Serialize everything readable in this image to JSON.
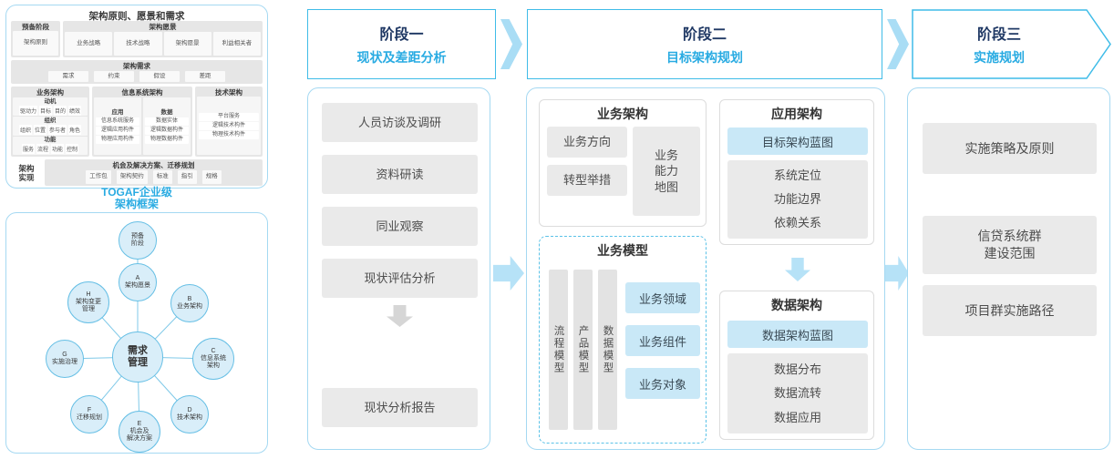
{
  "colors": {
    "accent_cyan": "#29ABE2",
    "title_navy": "#1F3864",
    "panel_border": "#A5D9F2",
    "phase_border": "#3FBCE8",
    "highlight_blue": "#C9E8F7",
    "arrow_blue": "#B6E2F7",
    "box_gray": "#EAEAEA"
  },
  "togaf": {
    "framework_label": "TOGAF企业级\n架构框架",
    "principles": {
      "title": "架构原则、愿景和需求",
      "prelim": {
        "title": "预备阶段",
        "item": "架构原则"
      },
      "vision": {
        "title": "架构愿景",
        "items": [
          "业务战略",
          "技术战略",
          "架构愿景",
          "利益相关者"
        ]
      },
      "requirements": {
        "title": "架构需求",
        "items": [
          "需求",
          "约束",
          "假设",
          "差距"
        ]
      },
      "business": {
        "title": "业务架构",
        "groups": [
          {
            "label": "动机",
            "items": [
              "驱动力",
              "目标",
              "目的",
              "绩效"
            ]
          },
          {
            "label": "组织",
            "items": [
              "组织",
              "位置",
              "参与者",
              "角色"
            ]
          },
          {
            "label": "功能",
            "items": [
              "服务",
              "流程",
              "功能",
              "控制"
            ]
          }
        ]
      },
      "info_system": {
        "title": "信息系统架构",
        "app": {
          "label": "应用",
          "items": [
            "信息系统服务",
            "逻辑应用构件",
            "物理应用构件"
          ]
        },
        "data": {
          "label": "数据",
          "items": [
            "数据实体",
            "逻辑数据构件",
            "物理数据构件"
          ]
        }
      },
      "technology": {
        "title": "技术架构",
        "items": [
          "平台服务",
          "逻辑技术构件",
          "物理技术构件"
        ]
      },
      "realization": {
        "label": "架构\n实现",
        "title": "机会及解决方案、迁移规划",
        "items": [
          "工作包",
          "架构契约",
          "标准",
          "指引",
          "规格"
        ]
      }
    },
    "adm": {
      "center": "需求\n管理",
      "nodes": [
        {
          "id": "",
          "label": "预备\n阶段"
        },
        {
          "id": "A",
          "label": "架构愿景"
        },
        {
          "id": "B",
          "label": "业务架构"
        },
        {
          "id": "C",
          "label": "信息系统\n架构"
        },
        {
          "id": "D",
          "label": "技术架构"
        },
        {
          "id": "E",
          "label": "机会及\n解决方案"
        },
        {
          "id": "F",
          "label": "迁移规划"
        },
        {
          "id": "G",
          "label": "实施治理"
        },
        {
          "id": "H",
          "label": "架构变更\n管理"
        }
      ]
    }
  },
  "phases": [
    {
      "title": "阶段一",
      "subtitle": "现状及差距分析"
    },
    {
      "title": "阶段二",
      "subtitle": "目标架构规划"
    },
    {
      "title": "阶段三",
      "subtitle": "实施规划"
    }
  ],
  "phase1": {
    "steps": [
      "人员访谈及调研",
      "资料研读",
      "同业观察",
      "现状评估分析"
    ],
    "result": "现状分析报告"
  },
  "phase2": {
    "business": {
      "title": "业务架构",
      "direction": "业务方向",
      "initiative": "转型举措",
      "capability": "业务\n能力\n地图"
    },
    "model": {
      "title": "业务模型",
      "bars": [
        "流程模型",
        "产品模型",
        "数据模型"
      ],
      "items": [
        "业务领域",
        "业务组件",
        "业务对象"
      ]
    },
    "application": {
      "title": "应用架构",
      "blueprint": "目标架构蓝图",
      "items": [
        "系统定位",
        "功能边界",
        "依赖关系"
      ]
    },
    "data": {
      "title": "数据架构",
      "blueprint": "数据架构蓝图",
      "items": [
        "数据分布",
        "数据流转",
        "数据应用"
      ]
    }
  },
  "phase3": {
    "items": [
      "实施策略及原则",
      "信贷系统群\n建设范围",
      "项目群实施路径"
    ]
  }
}
